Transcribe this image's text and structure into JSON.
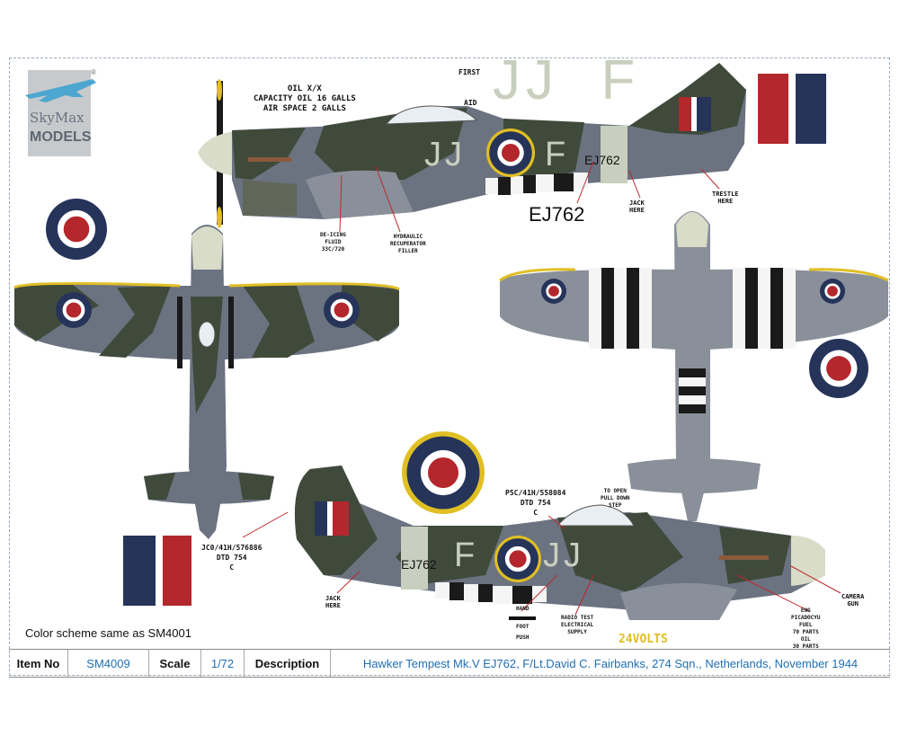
{
  "brand": {
    "line1": "SkyMax",
    "line2": "MODELS",
    "registered": "®"
  },
  "colors": {
    "dark_green": "#3f4a3b",
    "ocean_grey": "#6b7280",
    "sky": "#c9cfbe",
    "roundel_blue": "#26345a",
    "roundel_red": "#b3272d",
    "roundel_yellow": "#e0bf23",
    "footer_blue": "#1f6fb4"
  },
  "side_view_top": {
    "codes_large": "JJ  F",
    "codes_on_fuselage": "JJ",
    "letter_on_fuselage": "F",
    "serial_on_fuselage": "EJ762",
    "serial_callout": "EJ762",
    "stencil_oil": "OIL X/X\nCAPACITY OIL 16 GALLS\nAIR SPACE 2 GALLS",
    "first": "FIRST",
    "aid": "AID",
    "jack_here": "JACK\nHERE",
    "trestle_here": "TRESTLE\nHERE",
    "de_icing": "DE-ICING\nFLUID\n33C/720",
    "hydraulic": "HYDRAULIC\nRECUPERATOR\nFILLER"
  },
  "side_view_bottom": {
    "codes": "JJ",
    "letter": "F",
    "serial": "EJ762",
    "stencil_p5c": "P5C/41H/558084\nDTD 754\nC",
    "stencil_jc0": "JC0/41H/576886\nDTD 754\nC",
    "to_open": "TO OPEN\nPULL DOWN\nSTEP",
    "jack_here": "JACK\nHERE",
    "hand_foot_push": [
      "HAND",
      "FOOT",
      "PUSH"
    ],
    "radio_test": "RADIO TEST\nELECTRICAL\nSUPPLY",
    "volts": "24VOLTS",
    "camera_gun": "CAMERA\nGUN",
    "eng": "ENG\nPICADOCYU\nFUEL\n70 PARTS\nOIL\n30 PARTS"
  },
  "note": "Color scheme same as SM4001",
  "footer": {
    "item_no_label": "Item No",
    "item_no": "SM4009",
    "scale_label": "Scale",
    "scale": "1/72",
    "description_label": "Description",
    "description": "Hawker Tempest Mk.V EJ762,  F/Lt.David C. Fairbanks, 274 Sqn., Netherlands, November 1944"
  }
}
